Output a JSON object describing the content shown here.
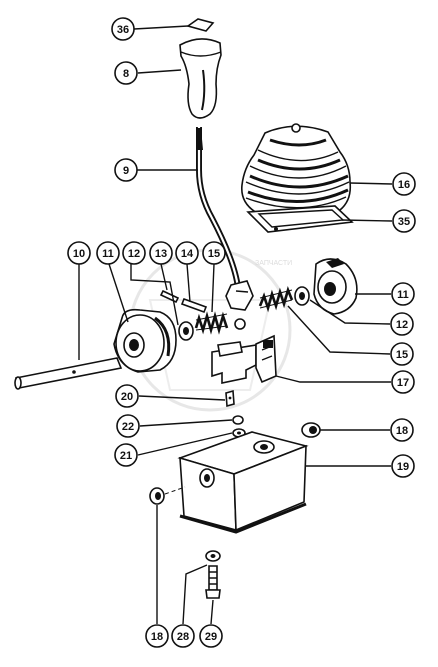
{
  "watermark": {
    "text": "ЗАПЧАСТИ"
  },
  "callouts": [
    {
      "id": "c36",
      "label": "36"
    },
    {
      "id": "c8",
      "label": "8"
    },
    {
      "id": "c9",
      "label": "9"
    },
    {
      "id": "c16",
      "label": "16"
    },
    {
      "id": "c35",
      "label": "35"
    },
    {
      "id": "c10",
      "label": "10"
    },
    {
      "id": "c11a",
      "label": "11"
    },
    {
      "id": "c12a",
      "label": "12"
    },
    {
      "id": "c13",
      "label": "13"
    },
    {
      "id": "c14",
      "label": "14"
    },
    {
      "id": "c15a",
      "label": "15"
    },
    {
      "id": "c11b",
      "label": "11"
    },
    {
      "id": "c12b",
      "label": "12"
    },
    {
      "id": "c15b",
      "label": "15"
    },
    {
      "id": "c17",
      "label": "17"
    },
    {
      "id": "c20",
      "label": "20"
    },
    {
      "id": "c22",
      "label": "22"
    },
    {
      "id": "c21",
      "label": "21"
    },
    {
      "id": "c18a",
      "label": "18"
    },
    {
      "id": "c19",
      "label": "19"
    },
    {
      "id": "c18b",
      "label": "18"
    },
    {
      "id": "c28",
      "label": "28"
    },
    {
      "id": "c29",
      "label": "29"
    }
  ]
}
